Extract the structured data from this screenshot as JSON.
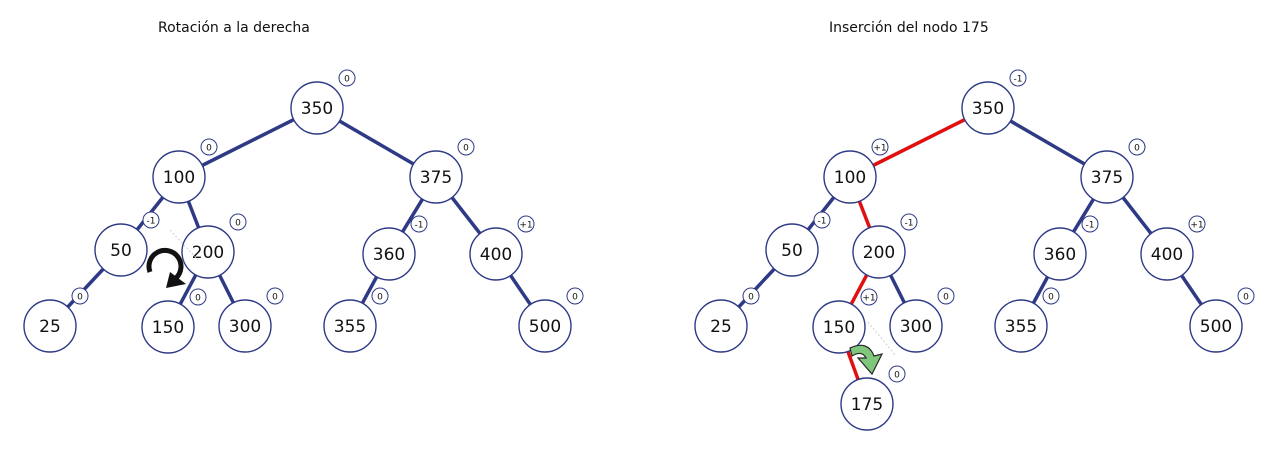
{
  "colors": {
    "edge": "#2f3a86",
    "highlight": "#e01010",
    "node_stroke": "#2f3a86",
    "arrow_fill": "#7fc77a"
  },
  "panels": [
    {
      "title": "Rotación a la derecha",
      "nodes": [
        {
          "id": "350",
          "label": "350",
          "balance": "0"
        },
        {
          "id": "100",
          "label": "100",
          "balance": "0"
        },
        {
          "id": "375",
          "label": "375",
          "balance": "0"
        },
        {
          "id": "50",
          "label": "50",
          "balance": "-1"
        },
        {
          "id": "200",
          "label": "200",
          "balance": "0"
        },
        {
          "id": "360",
          "label": "360",
          "balance": "-1"
        },
        {
          "id": "400",
          "label": "400",
          "balance": "+1"
        },
        {
          "id": "25",
          "label": "25",
          "balance": "0"
        },
        {
          "id": "150",
          "label": "150",
          "balance": "0"
        },
        {
          "id": "300",
          "label": "300",
          "balance": "0"
        },
        {
          "id": "355",
          "label": "355",
          "balance": "0"
        },
        {
          "id": "500",
          "label": "500",
          "balance": "0"
        }
      ],
      "edges": [
        {
          "from": "350",
          "to": "100"
        },
        {
          "from": "350",
          "to": "375"
        },
        {
          "from": "100",
          "to": "50"
        },
        {
          "from": "100",
          "to": "200"
        },
        {
          "from": "375",
          "to": "360"
        },
        {
          "from": "375",
          "to": "400"
        },
        {
          "from": "50",
          "to": "25"
        },
        {
          "from": "200",
          "to": "150"
        },
        {
          "from": "200",
          "to": "300"
        },
        {
          "from": "360",
          "to": "355"
        },
        {
          "from": "400",
          "to": "500"
        }
      ]
    },
    {
      "title": "Inserción del nodo 175",
      "nodes": [
        {
          "id": "350",
          "label": "350",
          "balance": "-1"
        },
        {
          "id": "100",
          "label": "100",
          "balance": "+1"
        },
        {
          "id": "375",
          "label": "375",
          "balance": "0"
        },
        {
          "id": "50",
          "label": "50",
          "balance": "-1"
        },
        {
          "id": "200",
          "label": "200",
          "balance": "-1"
        },
        {
          "id": "360",
          "label": "360",
          "balance": "-1"
        },
        {
          "id": "400",
          "label": "400",
          "balance": "+1"
        },
        {
          "id": "25",
          "label": "25",
          "balance": "0"
        },
        {
          "id": "150",
          "label": "150",
          "balance": "+1"
        },
        {
          "id": "300",
          "label": "300",
          "balance": "0"
        },
        {
          "id": "355",
          "label": "355",
          "balance": "0"
        },
        {
          "id": "500",
          "label": "500",
          "balance": "0"
        },
        {
          "id": "175",
          "label": "175",
          "balance": "0"
        }
      ],
      "edges": [
        {
          "from": "350",
          "to": "100",
          "highlight": true
        },
        {
          "from": "350",
          "to": "375"
        },
        {
          "from": "100",
          "to": "50"
        },
        {
          "from": "100",
          "to": "200",
          "highlight": true
        },
        {
          "from": "375",
          "to": "360"
        },
        {
          "from": "375",
          "to": "400"
        },
        {
          "from": "50",
          "to": "25"
        },
        {
          "from": "200",
          "to": "150",
          "highlight": true
        },
        {
          "from": "200",
          "to": "300"
        },
        {
          "from": "360",
          "to": "355"
        },
        {
          "from": "400",
          "to": "500"
        },
        {
          "from": "150",
          "to": "175",
          "highlight": true
        }
      ]
    }
  ]
}
